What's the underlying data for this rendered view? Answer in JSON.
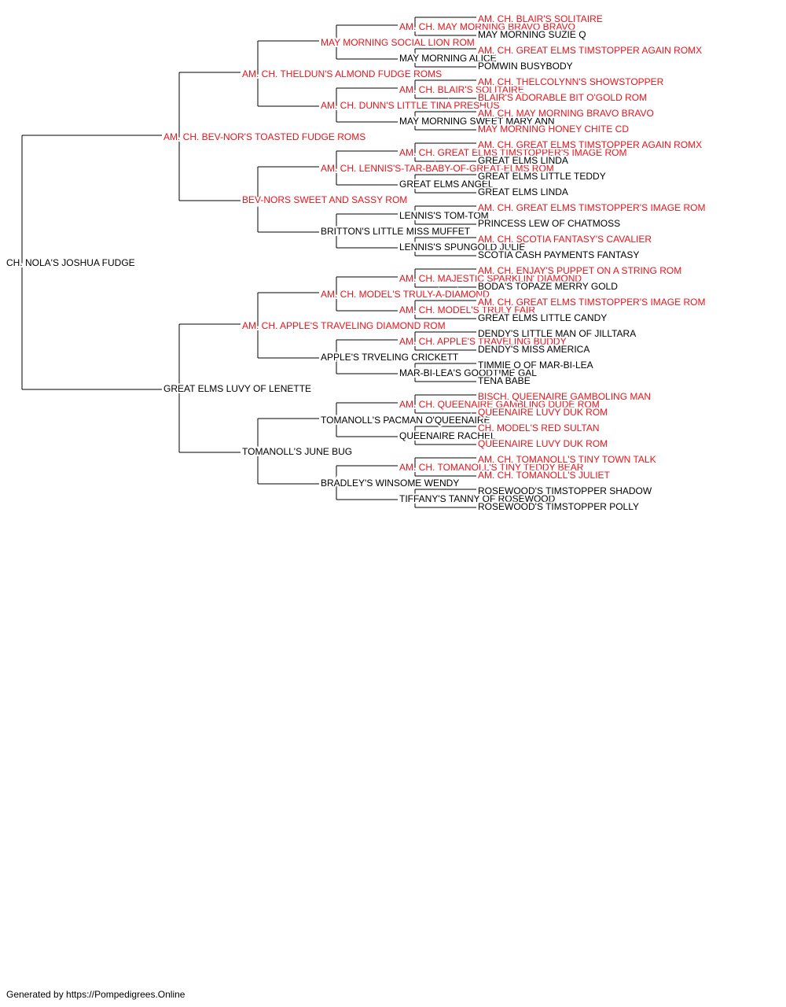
{
  "colors": {
    "champion": "#e8141b",
    "normal": "#000000",
    "line": "#000000"
  },
  "pedigree": [
    {
      "gen": 0,
      "name": "CH. NOLA'S JOSHUA FUDGE",
      "champion": false
    },
    {
      "gen": 1,
      "name": "AM. CH. BEV-NOR'S TOASTED FUDGE ROMS",
      "champion": true
    },
    {
      "gen": 1,
      "name": "GREAT ELMS LUVY OF LENETTE",
      "champion": false
    },
    {
      "gen": 2,
      "name": "AM. CH. THELDUN'S ALMOND FUDGE ROMS",
      "champion": true
    },
    {
      "gen": 2,
      "name": "BEV-NORS SWEET AND SASSY ROM",
      "champion": true
    },
    {
      "gen": 2,
      "name": "AM. CH. APPLE'S TRAVELING DIAMOND ROM",
      "champion": true
    },
    {
      "gen": 2,
      "name": "TOMANOLL'S JUNE BUG",
      "champion": false
    },
    {
      "gen": 3,
      "name": "MAY MORNING SOCIAL LION ROM",
      "champion": true
    },
    {
      "gen": 3,
      "name": "AM. CH. DUNN'S LITTLE TINA PRESHUS",
      "champion": true
    },
    {
      "gen": 3,
      "name": "AM. CH. LENNIS'S-TAR-BABY-OF-GREAT-ELMS ROM",
      "champion": true
    },
    {
      "gen": 3,
      "name": "BRITTON'S LITTLE MISS MUFFET",
      "champion": false
    },
    {
      "gen": 3,
      "name": "AM. CH. MODEL'S TRULY-A-DIAMOND",
      "champion": true
    },
    {
      "gen": 3,
      "name": "APPLE'S TRVELING CRICKETT",
      "champion": false
    },
    {
      "gen": 3,
      "name": "TOMANOLL'S PACMAN O'QUEENAIRE",
      "champion": false
    },
    {
      "gen": 3,
      "name": "BRADLEY'S WINSOME WENDY",
      "champion": false
    },
    {
      "gen": 4,
      "name": "AM. CH. MAY MORNING BRAVO BRAVO",
      "champion": true
    },
    {
      "gen": 4,
      "name": "MAY MORNING ALICE",
      "champion": false
    },
    {
      "gen": 4,
      "name": "AM. CH. BLAIR'S SOLITAIRE",
      "champion": true
    },
    {
      "gen": 4,
      "name": "MAY MORNING SWEET MARY ANN",
      "champion": false
    },
    {
      "gen": 4,
      "name": "AM. CH. GREAT ELMS TIMSTOPPER'S IMAGE ROM",
      "champion": true
    },
    {
      "gen": 4,
      "name": "GREAT ELMS ANGEL",
      "champion": false
    },
    {
      "gen": 4,
      "name": "LENNIS'S TOM-TOM",
      "champion": false
    },
    {
      "gen": 4,
      "name": "LENNIS'S SPUNGOLD JULIE",
      "champion": false
    },
    {
      "gen": 4,
      "name": "AM. CH. MAJESTIC SPARKLIN' DIAMOND",
      "champion": true
    },
    {
      "gen": 4,
      "name": "AM. CH. MODEL'S TRULY FAIR",
      "champion": true
    },
    {
      "gen": 4,
      "name": "AM. CH. APPLE'S TRAVELING BUDDY",
      "champion": true
    },
    {
      "gen": 4,
      "name": "MAR-BI-LEA'S GOODTIME GAL",
      "champion": false
    },
    {
      "gen": 4,
      "name": "AM. CH. QUEENAIRE GAMBLING DUDE ROM",
      "champion": true
    },
    {
      "gen": 4,
      "name": "QUEENAIRE RACHEL",
      "champion": false
    },
    {
      "gen": 4,
      "name": "AM. CH. TOMANOLL'S TINY TEDDY BEAR",
      "champion": true
    },
    {
      "gen": 4,
      "name": "TIFFANY'S TANNY OF ROSEWOOD",
      "champion": false
    },
    {
      "gen": 5,
      "name": "AM. CH. BLAIR'S SOLITAIRE",
      "champion": true
    },
    {
      "gen": 5,
      "name": "MAY MORNING SUZIE Q",
      "champion": false
    },
    {
      "gen": 5,
      "name": "AM. CH. GREAT ELMS TIMSTOPPER AGAIN ROMX",
      "champion": true
    },
    {
      "gen": 5,
      "name": "POMWIN BUSYBODY",
      "champion": false
    },
    {
      "gen": 5,
      "name": "AM. CH. THELCOLYNN'S SHOWSTOPPER",
      "champion": true
    },
    {
      "gen": 5,
      "name": "BLAIR'S ADORABLE BIT O'GOLD ROM",
      "champion": true
    },
    {
      "gen": 5,
      "name": "AM. CH. MAY MORNING BRAVO BRAVO",
      "champion": true
    },
    {
      "gen": 5,
      "name": "MAY MORNING HONEY CHITE CD",
      "champion": true
    },
    {
      "gen": 5,
      "name": "AM. CH. GREAT ELMS TIMSTOPPER AGAIN ROMX",
      "champion": true
    },
    {
      "gen": 5,
      "name": "GREAT ELMS LINDA",
      "champion": false
    },
    {
      "gen": 5,
      "name": "GREAT ELMS LITTLE TEDDY",
      "champion": false
    },
    {
      "gen": 5,
      "name": "GREAT ELMS LINDA",
      "champion": false
    },
    {
      "gen": 5,
      "name": "AM. CH. GREAT ELMS TIMSTOPPER'S IMAGE ROM",
      "champion": true
    },
    {
      "gen": 5,
      "name": "PRINCESS LEW OF CHATMOSS",
      "champion": false
    },
    {
      "gen": 5,
      "name": "AM. CH. SCOTIA FANTASY'S CAVALIER",
      "champion": true
    },
    {
      "gen": 5,
      "name": "SCOTIA CASH PAYMENTS FANTASY",
      "champion": false
    },
    {
      "gen": 5,
      "name": "AM. CH. ENJAY'S PUPPET ON A STRING ROM",
      "champion": true
    },
    {
      "gen": 5,
      "name": "BODA'S TOPAZE MERRY GOLD",
      "champion": false
    },
    {
      "gen": 5,
      "name": "AM. CH. GREAT ELMS TIMSTOPPER'S IMAGE ROM",
      "champion": true
    },
    {
      "gen": 5,
      "name": "GREAT ELMS LITTLE CANDY",
      "champion": false
    },
    {
      "gen": 5,
      "name": "DENDY'S LITTLE MAN OF JILLTARA",
      "champion": false
    },
    {
      "gen": 5,
      "name": "DENDY'S MISS AMERICA",
      "champion": false
    },
    {
      "gen": 5,
      "name": "TIMMIE O OF MAR-BI-LEA",
      "champion": false
    },
    {
      "gen": 5,
      "name": "TENA BABE",
      "champion": false
    },
    {
      "gen": 5,
      "name": "BISCH. QUEENAIRE GAMBOLING MAN",
      "champion": true
    },
    {
      "gen": 5,
      "name": "QUEENAIRE LUVY DUK ROM",
      "champion": true
    },
    {
      "gen": 5,
      "name": "CH. MODEL'S RED SULTAN",
      "champion": true
    },
    {
      "gen": 5,
      "name": "QUEENAIRE LUVY DUK ROM",
      "champion": true
    },
    {
      "gen": 5,
      "name": "AM. CH. TOMANOLL'S TINY TOWN TALK",
      "champion": true
    },
    {
      "gen": 5,
      "name": "AM. CH. TOMANOLL'S JULIET",
      "champion": true
    },
    {
      "gen": 5,
      "name": "ROSEWOOD'S TIMSTOPPER SHADOW",
      "champion": false
    },
    {
      "gen": 5,
      "name": "ROSEWOOD'S TIMSTOPPER POLLY",
      "champion": false
    }
  ],
  "footer": "Generated by https://Pompedigrees.Online"
}
